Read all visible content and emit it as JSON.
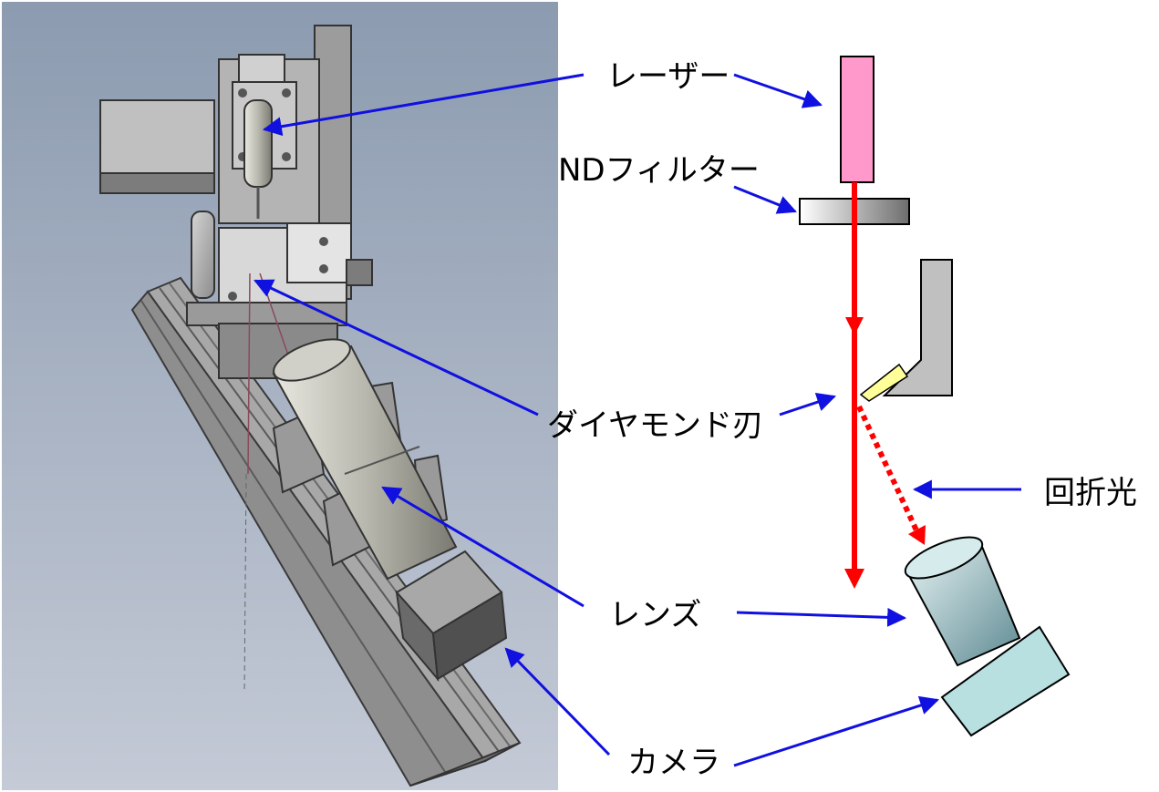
{
  "labels": {
    "laser": "レーザー",
    "nd_filter": "NDフィルター",
    "diamond_blade": "ダイヤモンド刃",
    "diffracted_light": "回折光",
    "lens": "レンズ",
    "camera": "カメラ"
  },
  "colors": {
    "arrow_blue": "#1010e0",
    "beam_red": "#ff0000",
    "laser_pink": "#ff99cc",
    "blade_gray": "#c0c0c0",
    "blade_edge_yellow": "#ffff99",
    "camera_cyan": "#b8e0e0",
    "panel_top": "#8c9bb0",
    "panel_bottom": "#c4cad6"
  },
  "icons": {
    "render": "cad-rendering-illustration",
    "laser": "laser-module-rectangle",
    "filter": "gradient-nd-filter",
    "blade": "diamond-blade-holder",
    "camera": "camera-cylinder-lens"
  }
}
